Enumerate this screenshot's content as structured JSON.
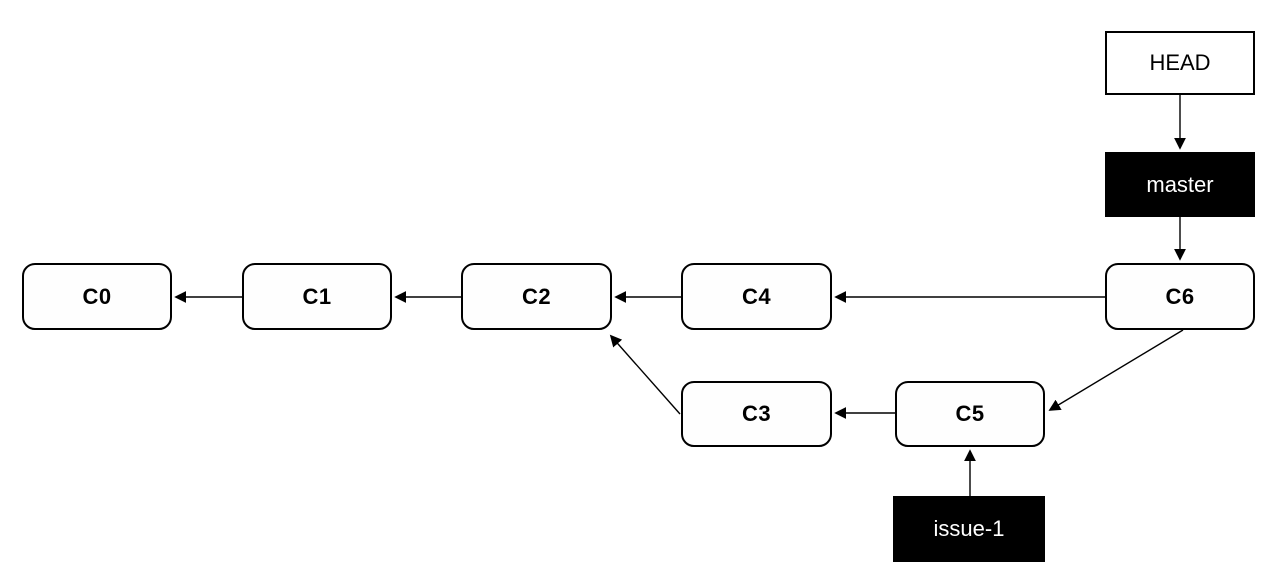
{
  "diagram": {
    "kind": "git-commit-graph",
    "colors": {
      "background": "#ffffff",
      "commit_fill": "#fefefe",
      "commit_border": "#000000",
      "ref_fill": "#000000",
      "ref_text": "#ffffff",
      "head_fill": "#ffffff",
      "head_text": "#000000",
      "arrow": "#000000"
    },
    "commits": {
      "c0": {
        "label": "C0"
      },
      "c1": {
        "label": "C1"
      },
      "c2": {
        "label": "C2"
      },
      "c3": {
        "label": "C3"
      },
      "c4": {
        "label": "C4"
      },
      "c5": {
        "label": "C5"
      },
      "c6": {
        "label": "C6"
      }
    },
    "refs": {
      "head": {
        "label": "HEAD"
      },
      "master": {
        "label": "master"
      },
      "issue1": {
        "label": "issue-1"
      }
    },
    "edges": [
      {
        "from": "C1",
        "to": "C0",
        "type": "parent"
      },
      {
        "from": "C2",
        "to": "C1",
        "type": "parent"
      },
      {
        "from": "C4",
        "to": "C2",
        "type": "parent"
      },
      {
        "from": "C6",
        "to": "C4",
        "type": "parent"
      },
      {
        "from": "C3",
        "to": "C2",
        "type": "parent"
      },
      {
        "from": "C5",
        "to": "C3",
        "type": "parent"
      },
      {
        "from": "C6",
        "to": "C5",
        "type": "parent"
      },
      {
        "from": "HEAD",
        "to": "master",
        "type": "ref"
      },
      {
        "from": "master",
        "to": "C6",
        "type": "ref"
      },
      {
        "from": "issue-1",
        "to": "C5",
        "type": "ref"
      }
    ]
  }
}
